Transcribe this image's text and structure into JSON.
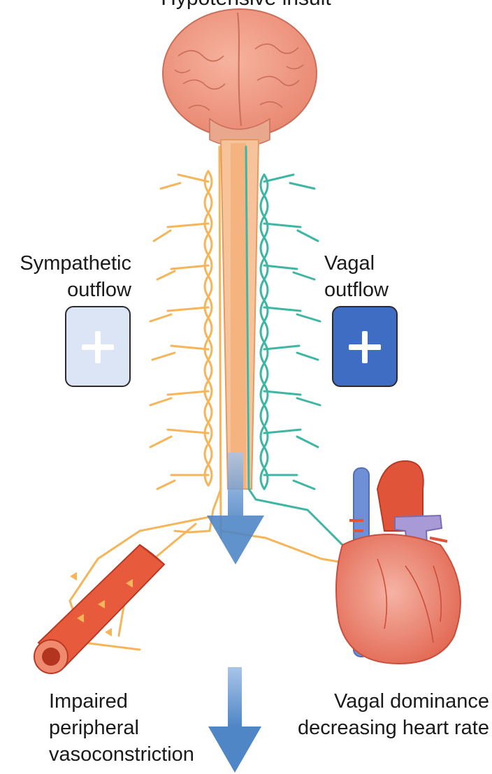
{
  "title": "Hypotensive insult",
  "labels": {
    "sympathetic": [
      "Sympathetic",
      "outflow"
    ],
    "vagal": [
      "Vagal",
      "outflow"
    ],
    "vessel": [
      "Impaired",
      "peripheral",
      "vasoconstriction"
    ],
    "heart": [
      "Vagal dominance",
      "decreasing heart rate"
    ]
  },
  "colors": {
    "sympathetic_nerve": "#f5b55a",
    "vagal_nerve": "#3fb5a3",
    "spinal_cord": "#f5b98a",
    "brain": "#ef9a86",
    "artery": "#e85a3c",
    "heart": "#e87060",
    "aorta": "#e0553a",
    "vena_cava": "#6f8fd6",
    "pulmonary": "#a79ad6",
    "arrow": "#4f86c6",
    "plus_sympathetic_fill": "#dce5f5",
    "plus_vagal_fill": "#3f6dc4"
  }
}
